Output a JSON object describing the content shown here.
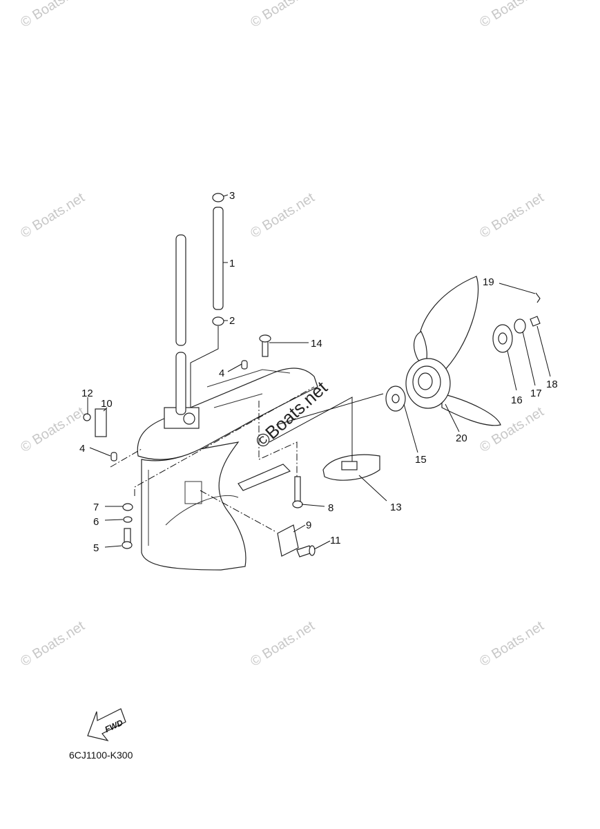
{
  "diagram": {
    "callouts": {
      "c1": "1",
      "c2": "2",
      "c3": "3",
      "c4a": "4",
      "c4b": "4",
      "c5": "5",
      "c6": "6",
      "c7": "7",
      "c8": "8",
      "c9": "9",
      "c10": "10",
      "c11": "11",
      "c12": "12",
      "c13": "13",
      "c14": "14",
      "c15": "15",
      "c16": "16",
      "c17": "17",
      "c18": "18",
      "c19": "19",
      "c20": "20"
    },
    "fwd_label": "FWD",
    "part_code": "6CJ1100-K300"
  },
  "watermark": {
    "text": "© Boats.net",
    "center_text": "©Boats.net"
  }
}
